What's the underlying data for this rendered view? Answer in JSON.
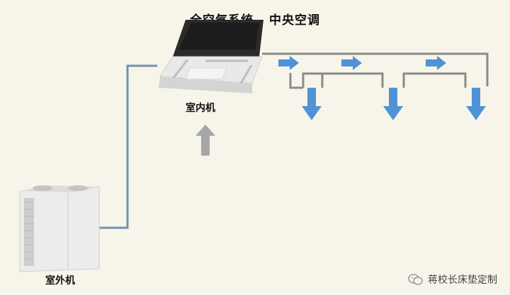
{
  "title": "全空气系统 - 中央空调",
  "indoor_unit_label": "室内机",
  "outdoor_unit_label": "室外机",
  "watermark_text": "蒋校长床垫定制",
  "colors": {
    "background": "#f7f5ea",
    "pipe": "#6f93ad",
    "duct": "#8a8a8a",
    "airflow_arrow": "#4f93d6",
    "return_arrow": "#a6a6a6"
  }
}
